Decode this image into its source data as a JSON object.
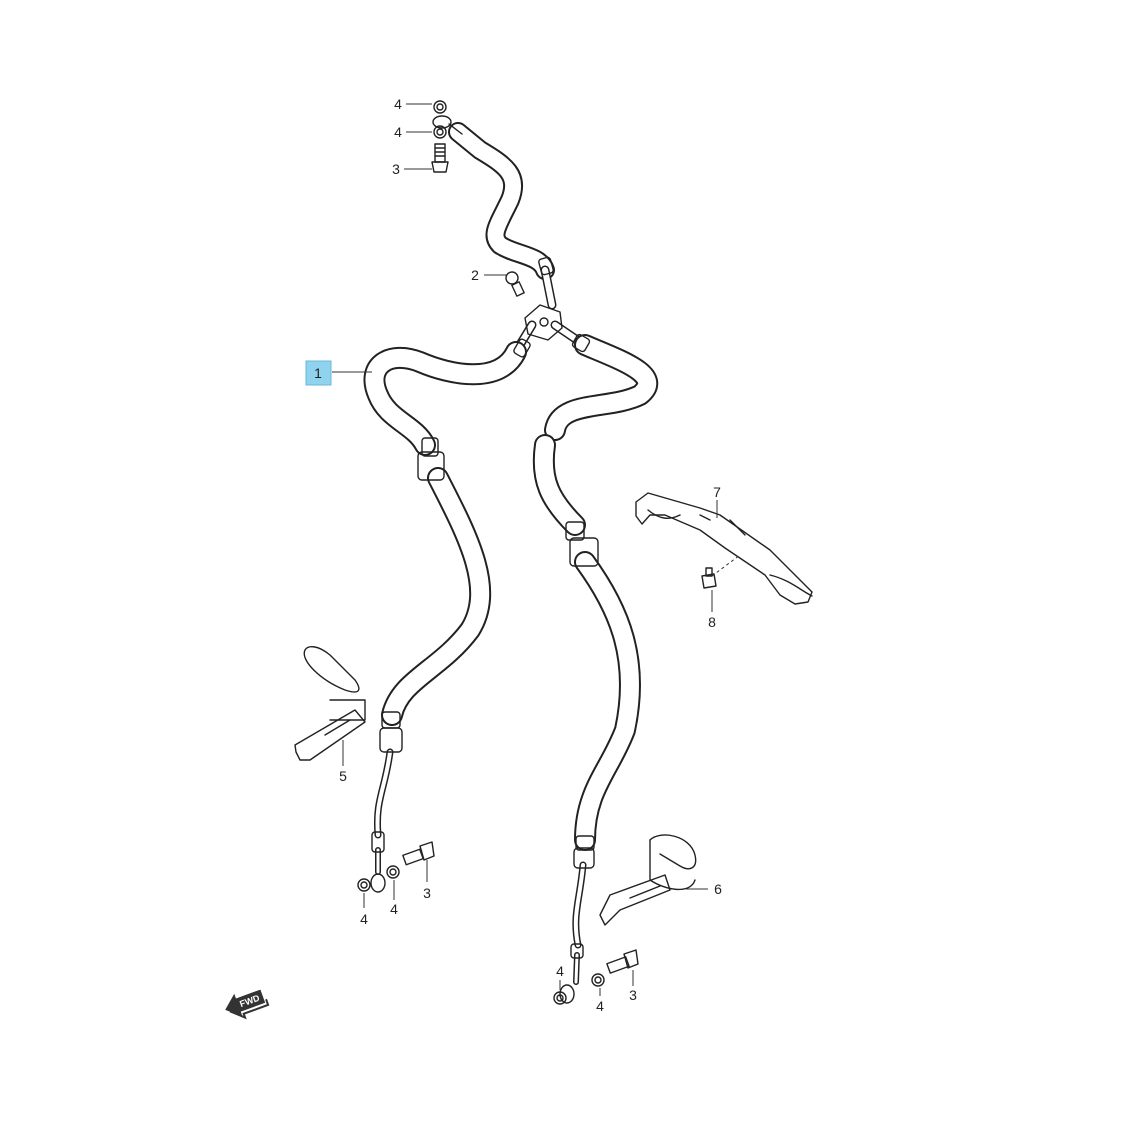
{
  "diagram": {
    "callouts": [
      {
        "id": "c1",
        "label": "1",
        "highlighted": true
      },
      {
        "id": "c2",
        "label": "2"
      },
      {
        "id": "c3a",
        "label": "3"
      },
      {
        "id": "c3b",
        "label": "3"
      },
      {
        "id": "c3c",
        "label": "3"
      },
      {
        "id": "c4a",
        "label": "4"
      },
      {
        "id": "c4b",
        "label": "4"
      },
      {
        "id": "c4c",
        "label": "4"
      },
      {
        "id": "c4d",
        "label": "4"
      },
      {
        "id": "c4e",
        "label": "4"
      },
      {
        "id": "c4f",
        "label": "4"
      },
      {
        "id": "c5",
        "label": "5"
      },
      {
        "id": "c6",
        "label": "6"
      },
      {
        "id": "c7",
        "label": "7"
      },
      {
        "id": "c8",
        "label": "8"
      }
    ],
    "direction_arrow": {
      "label": "FWD",
      "icon": "fwd-arrow-icon"
    },
    "highlight_color": "#8fd3ee"
  }
}
